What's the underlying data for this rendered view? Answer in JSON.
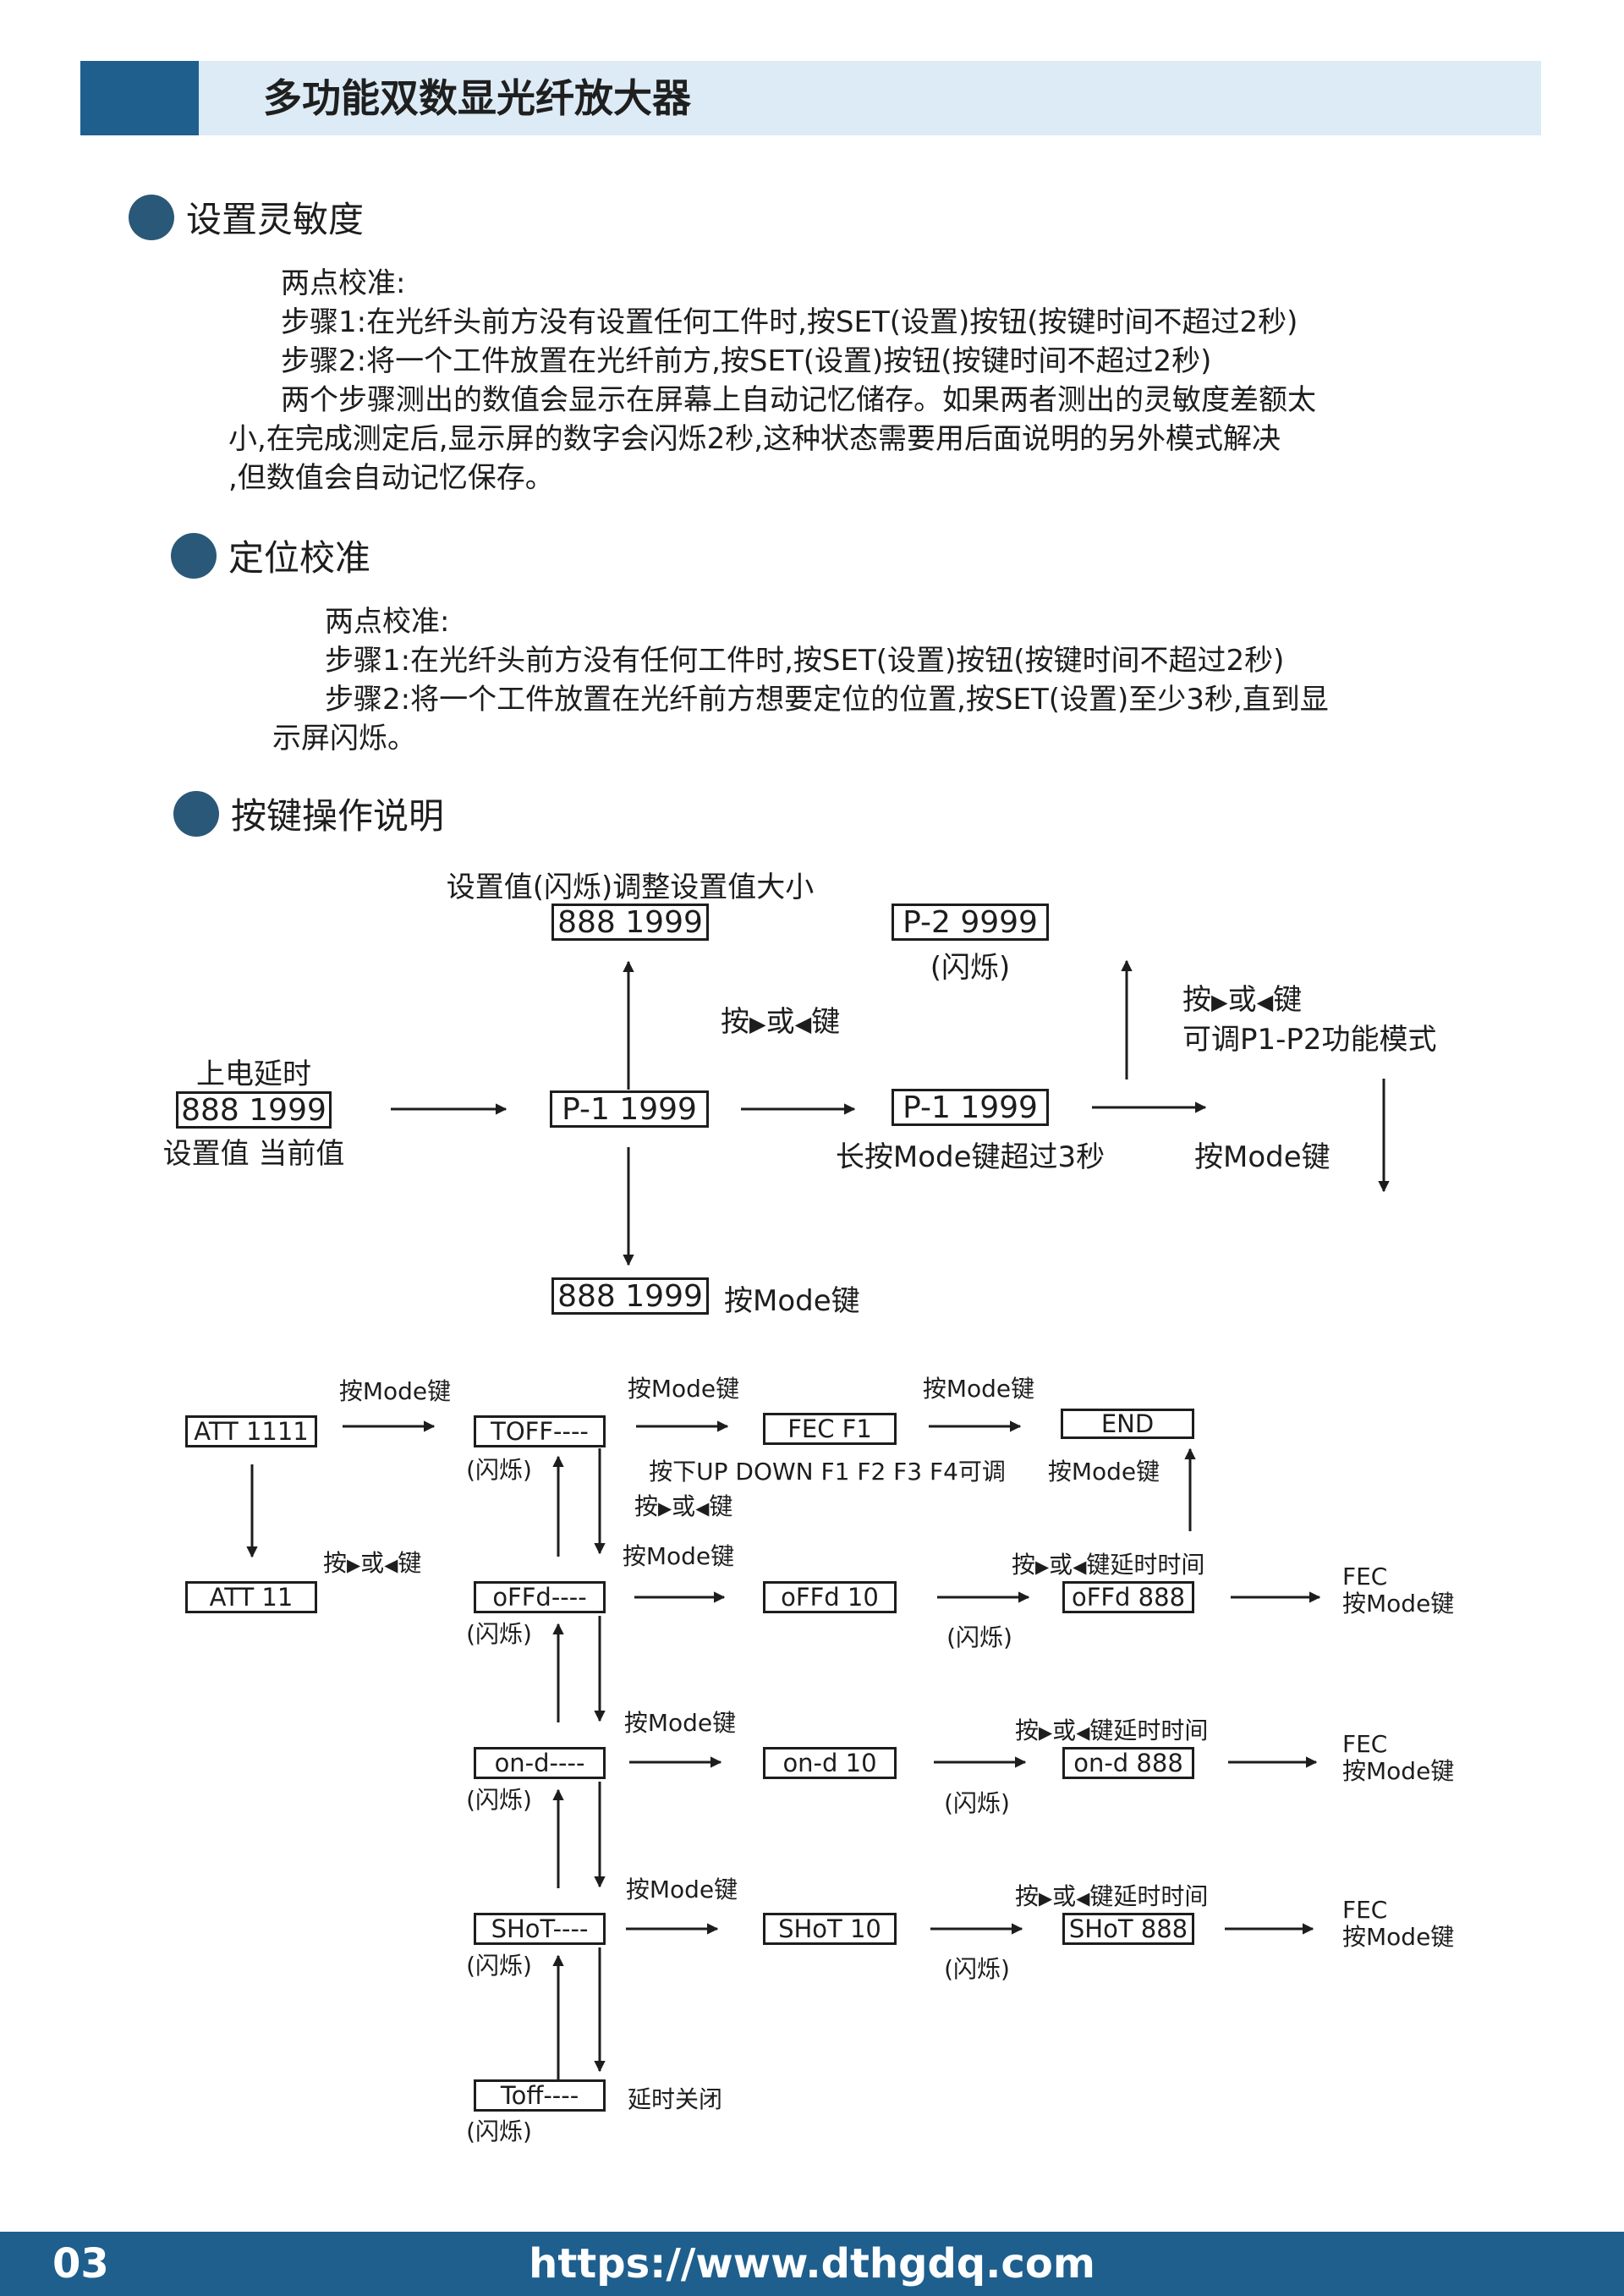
{
  "header": {
    "title": "多功能双数显光纤放大器"
  },
  "sections": {
    "sensitivity": {
      "title": "设置灵敏度",
      "lines": [
        "两点校准:",
        "步骤1:在光纤头前方没有设置任何工件时,按SET(设置)按钮(按键时间不超过2秒)",
        "步骤2:将一个工件放置在光纤前方,按SET(设置)按钮(按键时间不超过2秒)",
        "两个步骤测出的数值会显示在屏幕上自动记忆储存。如果两者测出的灵敏度差额太",
        "小,在完成测定后,显示屏的数字会闪烁2秒,这种状态需要用后面说明的另外模式解决",
        ",但数值会自动记忆保存。"
      ]
    },
    "position": {
      "title": "定位校准",
      "lines": [
        "两点校准:",
        "步骤1:在光纤头前方没有任何工件时,按SET(设置)按钮(按键时间不超过2秒)",
        "步骤2:将一个工件放置在光纤前方想要定位的位置,按SET(设置)至少3秒,直到显",
        "示屏闪烁。"
      ]
    },
    "keys": {
      "title": "按键操作说明"
    }
  },
  "flow1": {
    "power_label": "上电延时",
    "power_box": "888 1999",
    "power_sub": "设置值 当前值",
    "top_label": "设置值(闪烁)调整设置值大小",
    "top_box": "888 1999",
    "center_box": "P-1 1999",
    "bottom_box": "888 1999",
    "bottom_label": "按Mode键",
    "arrow_key_pre": "按",
    "arrow_key_mid": "或",
    "arrow_key_post": "键",
    "right_box": "P-1 1999",
    "right_sub": "长按Mode键超过3秒",
    "p2_box": "P-2 9999",
    "p2_sub": "(闪烁)",
    "p1p2_line2": "可调P1-P2功能模式",
    "mode_key": "按Mode键"
  },
  "flow2": {
    "mode_key": "按Mode键",
    "blink": "(闪烁)",
    "att1111": "ATT 1111",
    "att11": "ATT 11",
    "toff": "TOFF----",
    "fec_box": "FEC F1",
    "end_box": "END",
    "updown": "按下UP DOWN F1 F2 F3 F4可调",
    "key_pre": "按",
    "key_mid": "或",
    "key_post": "键",
    "delay_post": "键延时时间",
    "offd": "oFFd----",
    "offd10": "oFFd 10",
    "offd888": "oFFd 888",
    "ond": "on-d----",
    "ond10": "on-d 10",
    "ond888": "on-d 888",
    "shot": "SHoT----",
    "shot10": "SHoT 10",
    "shot888": "SHoT 888",
    "toff2": "Toff----",
    "toff2_label": "延时关闭",
    "fec": "FEC"
  },
  "footer": {
    "page": "03",
    "url": "https://www.dthgdq.com"
  }
}
